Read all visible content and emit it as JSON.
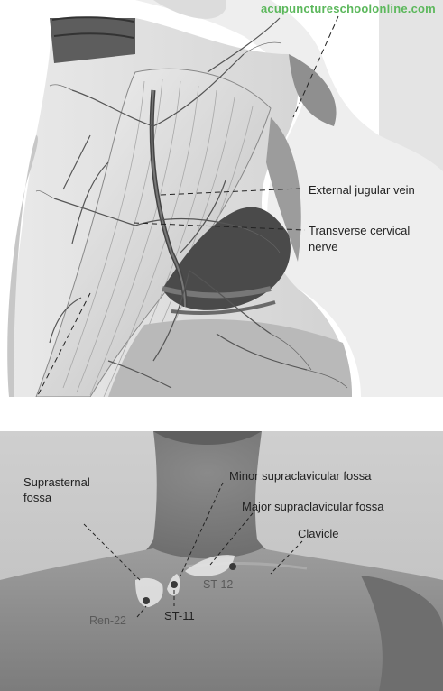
{
  "watermark": "acupunctureschoolonline.com",
  "top_panel": {
    "labels": {
      "external_jugular_vein": "External jugular vein",
      "transverse_cervical_line1": "Transverse cervical",
      "transverse_cervical_line2": "nerve"
    }
  },
  "bottom_panel": {
    "labels": {
      "suprasternal_line1": "Suprasternal",
      "suprasternal_line2": "fossa",
      "minor_supraclavicular": "Minor supraclavicular fossa",
      "major_supraclavicular": "Major supraclavicular fossa",
      "clavicle": "Clavicle"
    },
    "points": {
      "ren22": "Ren-22",
      "st11": "ST-11",
      "st12": "ST-12"
    }
  }
}
